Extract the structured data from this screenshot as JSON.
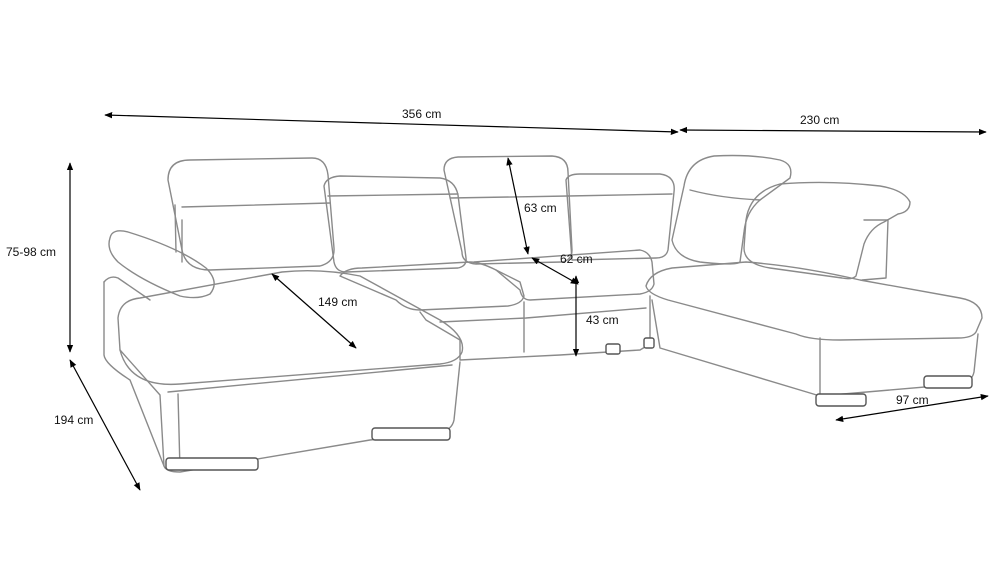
{
  "dimensions": {
    "total_width": "356 cm",
    "right_section_width": "230 cm",
    "height_range": "75-98 cm",
    "depth": "194 cm",
    "chaise_length": "149 cm",
    "headrest_height": "63 cm",
    "seat_depth": "62 cm",
    "seat_height": "43 cm",
    "right_chaise_width": "97 cm"
  },
  "colors": {
    "outline": "#8a8a8a",
    "dimension": "#000000"
  }
}
